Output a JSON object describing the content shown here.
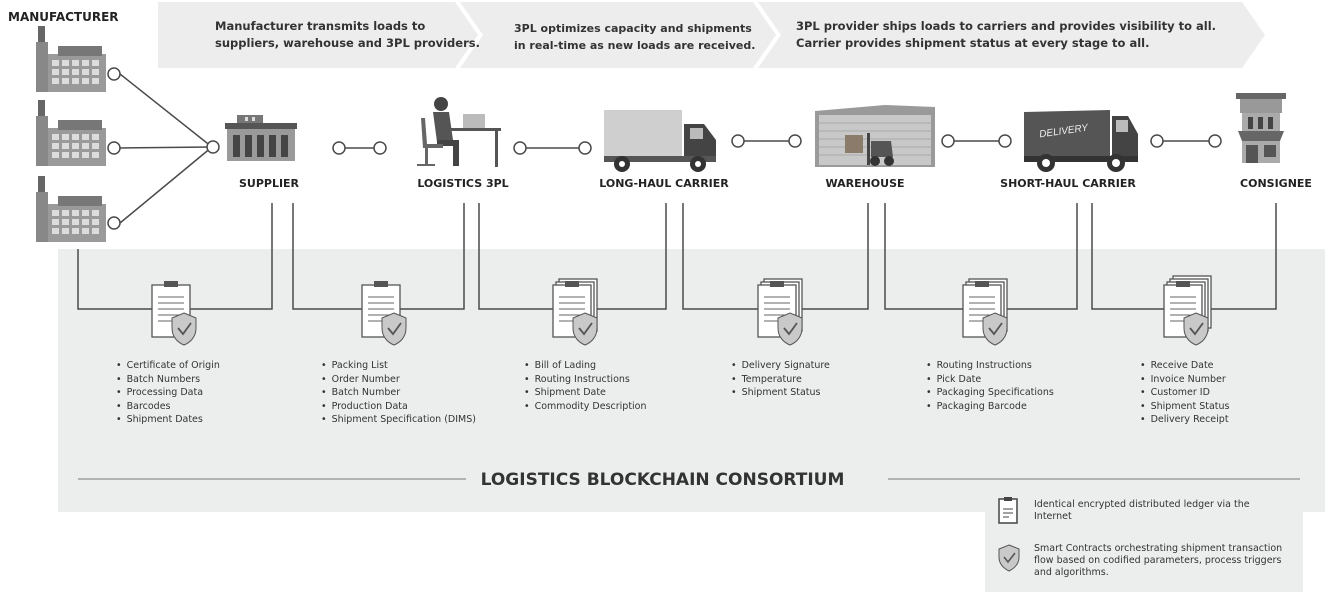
{
  "banner": {
    "step1": [
      "Manufacturer transmits loads to",
      "suppliers, warehouse and 3PL providers."
    ],
    "step2": [
      "3PL optimizes capacity and shipments",
      "in real-time as new loads are received."
    ],
    "step3": [
      "3PL provider ships loads to carriers and provides visibility to all.",
      "Carrier provides shipment status at every stage to all."
    ]
  },
  "manufacturer_label": "MANUFACTURER",
  "stages": [
    {
      "id": "supplier",
      "label": "SUPPLIER",
      "icon": "supplier-building-icon"
    },
    {
      "id": "logistics-3pl",
      "label": "LOGISTICS 3PL",
      "icon": "person-at-desk-icon"
    },
    {
      "id": "long-haul-carrier",
      "label": "LONG-HAUL CARRIER",
      "icon": "truck-icon"
    },
    {
      "id": "warehouse",
      "label": "WAREHOUSE",
      "icon": "warehouse-forklift-icon"
    },
    {
      "id": "short-haul-carrier",
      "label": "SHORT-HAUL CARRIER",
      "icon": "delivery-van-icon",
      "van_text": "DELIVERY"
    },
    {
      "id": "consignee",
      "label": "CONSIGNEE",
      "icon": "storefront-icon"
    }
  ],
  "documents": [
    {
      "items": [
        "Certificate of Origin",
        "Batch Numbers",
        "Processing Data",
        "Barcodes",
        "Shipment Dates"
      ]
    },
    {
      "items": [
        "Packing List",
        "Order Number",
        "Batch Number",
        "Production Data",
        "Shipment Specification (DIMS)"
      ]
    },
    {
      "items": [
        "Bill of Lading",
        "Routing Instructions",
        "Shipment Date",
        "Commodity Description"
      ]
    },
    {
      "items": [
        "Delivery Signature",
        "Temperature",
        "Shipment Status"
      ]
    },
    {
      "items": [
        "Routing Instructions",
        "Pick Date",
        "Packaging Specifications",
        "Packaging Barcode"
      ]
    },
    {
      "items": [
        "Receive Date",
        "Invoice Number",
        "Customer ID",
        "Shipment Status",
        "Delivery Receipt"
      ]
    }
  ],
  "consortium_title": "LOGISTICS BLOCKCHAIN CONSORTIUM",
  "legend": {
    "ledger": [
      "Identical encrypted distributed ledger via the",
      "Internet"
    ],
    "contracts": [
      "Smart Contracts orchestrating shipment transaction",
      "flow based on codified parameters, process triggers",
      "and algorithms."
    ]
  },
  "colors": {
    "gray_band": "#eceeee",
    "banner": "#ededed",
    "line": "#4a4a4a",
    "icon": "#555555",
    "icon_light": "#bfbfbf"
  }
}
